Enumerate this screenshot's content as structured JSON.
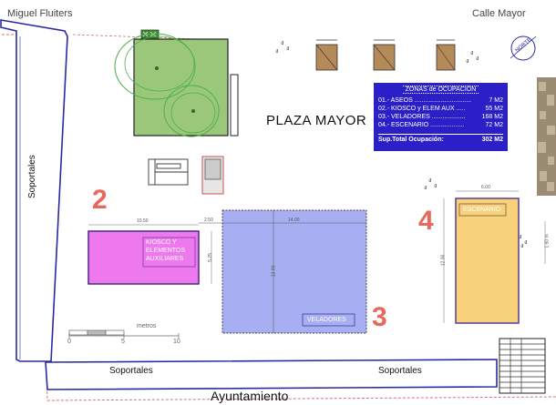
{
  "streets": {
    "top_left": "Miguel Fluiters",
    "top_right": "Calle Mayor",
    "bottom": "Ayuntamiento"
  },
  "plaza_title": "PLAZA MAYOR",
  "soportales": {
    "left": "Soportales",
    "bottom_left": "Soportales",
    "bottom_right": "Soportales"
  },
  "north_label": "NORTE",
  "legend": {
    "title": "ZONAS de OCUPACIÓN",
    "rows": [
      {
        "name": "01.- ASEOS ................................",
        "value": "7 M2"
      },
      {
        "name": "02.- KIOSCO y ELEM AUX .....",
        "value": "55 M2"
      },
      {
        "name": "03.- VELADORES ...................",
        "value": "168 M2"
      },
      {
        "name": "04.- ESCENARIO ...................",
        "value": "72 M2"
      }
    ],
    "total_label": "Sup.Total Ocupación:",
    "total_value": "302 M2"
  },
  "zones": {
    "kiosco": {
      "number": "2",
      "label_1": "KIOSCO y",
      "label_2": "ELEMENTOS",
      "label_3": "AUXILIARES",
      "width": "10.50",
      "height": "5.25",
      "color": "#ee79ef"
    },
    "veladores": {
      "number": "3",
      "label": "VELADORES",
      "width": "14.00",
      "height": "12.00",
      "gap": "2.50",
      "color": "#a7aef2"
    },
    "escenario": {
      "number": "4",
      "label": "ESCENARIO",
      "width": "6.00",
      "height": "12.00",
      "color": "#f7d27a"
    }
  },
  "edge_dim": "1.50 m",
  "scale": {
    "title": "metros",
    "ticks": [
      "0",
      "5",
      "10"
    ]
  }
}
